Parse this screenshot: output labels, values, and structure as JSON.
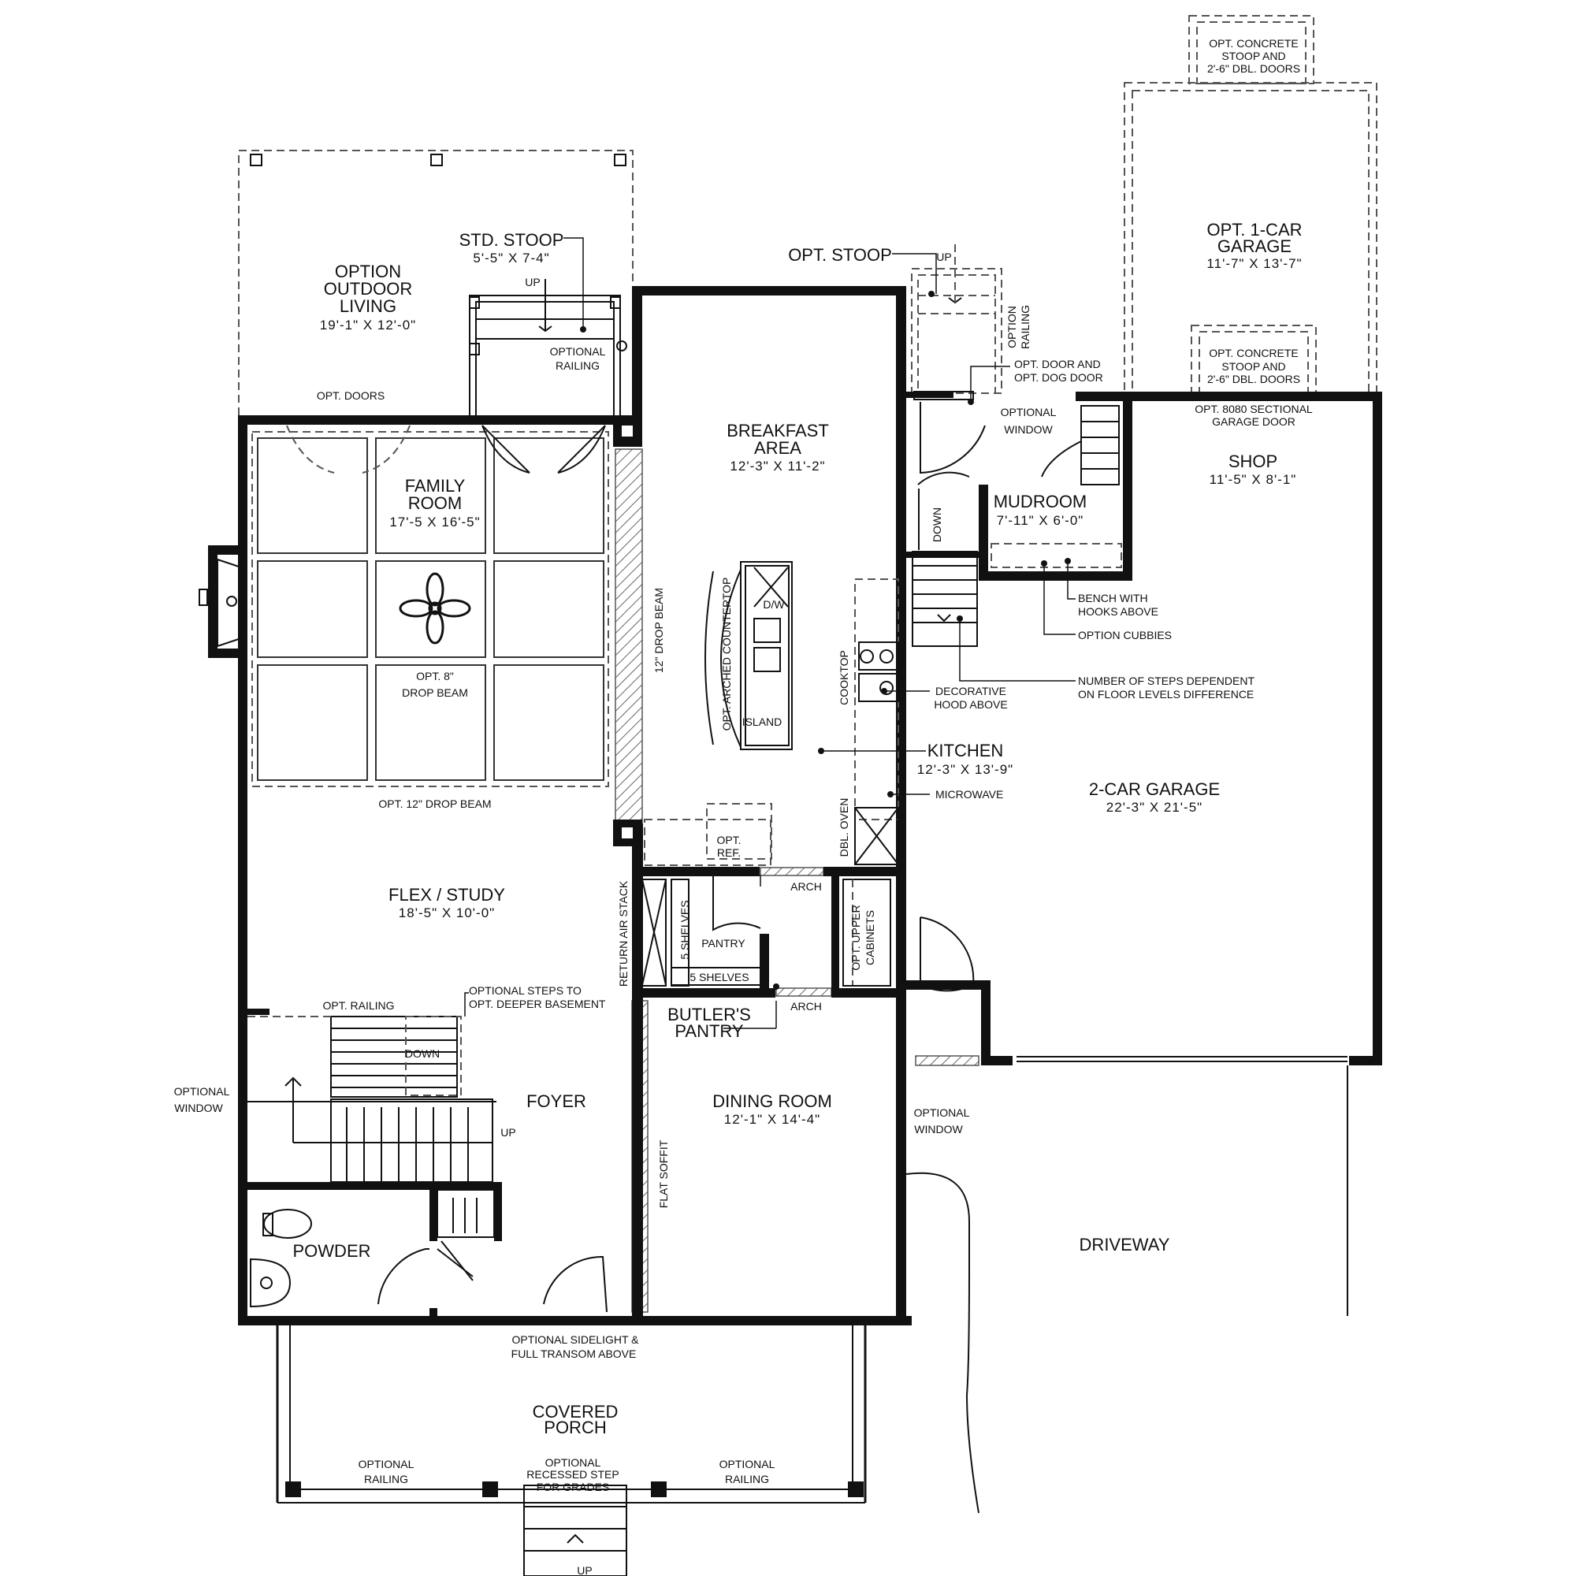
{
  "rooms": {
    "outdoor_living": {
      "l1": "OPTION",
      "l2": "OUTDOOR",
      "l3": "LIVING",
      "dim": "19'-1\" X 12'-0\""
    },
    "std_stoop": {
      "name": "STD. STOOP",
      "dim": "5'-5\" X 7-4\""
    },
    "family_room": {
      "l1": "FAMILY",
      "l2": "ROOM",
      "dim": "17'-5 X 16'-5\""
    },
    "breakfast": {
      "l1": "BREAKFAST",
      "l2": "AREA",
      "dim": "12'-3\" X 11'-2\""
    },
    "mudroom": {
      "name": "MUDROOM",
      "dim": "7'-11\" X 6'-0\""
    },
    "shop": {
      "name": "SHOP",
      "dim": "11'-5\" X 8'-1\""
    },
    "opt_garage": {
      "l1": "OPT. 1-CAR",
      "l2": "GARAGE",
      "dim": "11'-7\" X 13'-7\""
    },
    "kitchen": {
      "name": "KITCHEN",
      "dim": "12'-3\" X 13'-9\""
    },
    "garage": {
      "name": "2-CAR GARAGE",
      "dim": "22'-3\" X 21'-5\""
    },
    "flex": {
      "name": "FLEX / STUDY",
      "dim": "18'-5\" X 10'-0\""
    },
    "foyer": {
      "name": "FOYER"
    },
    "powder": {
      "name": "POWDER"
    },
    "dining": {
      "name": "DINING ROOM",
      "dim": "12'-1\" X 14'-4\""
    },
    "butlers": {
      "l1": "BUTLER'S",
      "l2": "PANTRY"
    },
    "porch": {
      "l1": "COVERED",
      "l2": "PORCH"
    },
    "driveway": {
      "name": "DRIVEWAY"
    },
    "pantry": {
      "name": "PANTRY"
    }
  },
  "notes": {
    "up_stoop": "UP",
    "optional_railing_a": "OPTIONAL",
    "optional_railing_b": "RAILING",
    "opt_doors": "OPT. DOORS",
    "opt_stoop": "OPT. STOOP",
    "up_opt_stoop": "UP",
    "option_railing_a": "OPTION",
    "option_railing_b": "RAILING",
    "opt_door_dog_a": "OPT. DOOR AND",
    "opt_door_dog_b": "OPT. DOG DOOR",
    "optional_window_a": "OPTIONAL",
    "optional_window_b": "WINDOW",
    "concrete_top_a": "OPT. CONCRETE",
    "concrete_top_b": "STOOP AND",
    "concrete_top_c": "2'-6\" DBL. DOORS",
    "concrete_mid_a": "OPT. CONCRETE",
    "concrete_mid_b": "STOOP AND",
    "concrete_mid_c": "2'-6\" DBL. DOORS",
    "sectional_a": "OPT. 8080 SECTIONAL",
    "sectional_b": "GARAGE DOOR",
    "down_mud": "DOWN",
    "bench_a": "BENCH WITH",
    "bench_b": "HOOKS ABOVE",
    "cubbies": "OPTION CUBBIES",
    "steps_a": "NUMBER OF STEPS DEPENDENT",
    "steps_b": "ON FLOOR LEVELS DIFFERENCE",
    "hood_a": "DECORATIVE",
    "hood_b": "HOOD ABOVE",
    "cooktop": "COOKTOP",
    "microwave": "MICROWAVE",
    "dbl_oven": "DBL. OVEN",
    "dw": "D/W",
    "island": "ISLAND",
    "arched": "OPT. ARCHED COUNTERTOP",
    "drop_beam_12": "12\" DROP BEAM",
    "opt8_a": "OPT. 8\"",
    "opt8_b": "DROP BEAM",
    "opt12": "OPT. 12\" DROP BEAM",
    "opt_ref_a": "OPT.",
    "opt_ref_b": "REF.",
    "arch1": "ARCH",
    "arch2": "ARCH",
    "return_air": "RETURN AIR STACK",
    "shelves_v": "5 SHELVES",
    "shelves_h": "5 SHELVES",
    "upper_a": "OPT. UPPER",
    "upper_b": "CABINETS",
    "opt_railing_stair": "OPT. RAILING",
    "deeper_a": "OPTIONAL STEPS TO",
    "deeper_b": "OPT. DEEPER BASEMENT",
    "down_stair": "DOWN",
    "up_stair": "UP",
    "opt_window_left_a": "OPTIONAL",
    "opt_window_left_b": "WINDOW",
    "opt_window_dining_a": "OPTIONAL",
    "opt_window_dining_b": "WINDOW",
    "flat_soffit": "FLAT SOFFIT",
    "sidelight_a": "OPTIONAL SIDELIGHT &",
    "sidelight_b": "FULL TRANSOM ABOVE",
    "porch_rail_l_a": "OPTIONAL",
    "porch_rail_l_b": "RAILING",
    "porch_rail_r_a": "OPTIONAL",
    "porch_rail_r_b": "RAILING",
    "recessed_a": "OPTIONAL",
    "recessed_b": "RECESSED STEP",
    "recessed_c": "FOR GRADES",
    "up_porch": "UP"
  }
}
